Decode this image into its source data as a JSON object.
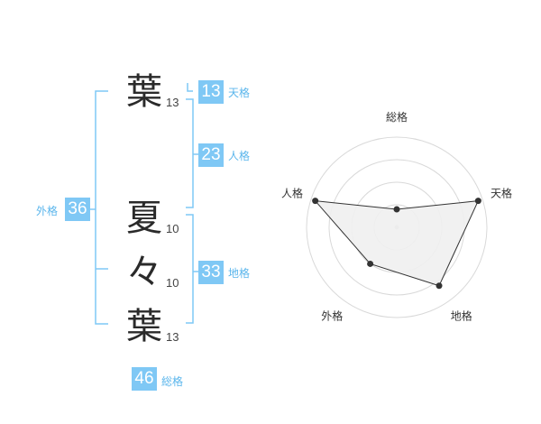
{
  "accent_color": "#7fc8f5",
  "name": [
    {
      "char": "葉",
      "strokes": "13"
    },
    {
      "char": "夏",
      "strokes": "10"
    },
    {
      "char": "々",
      "strokes": "10"
    },
    {
      "char": "葉",
      "strokes": "13"
    }
  ],
  "kakusu": {
    "ten": {
      "value": "13",
      "label": "天格"
    },
    "jin": {
      "value": "23",
      "label": "人格"
    },
    "chi": {
      "value": "33",
      "label": "地格"
    },
    "gai": {
      "value": "36",
      "label": "外格"
    },
    "sou": {
      "value": "46",
      "label": "総格"
    }
  },
  "chart_data": {
    "type": "radar",
    "axes": [
      "総格",
      "天格",
      "地格",
      "外格",
      "人格"
    ],
    "values": [
      0.2,
      0.95,
      0.8,
      0.5,
      0.95
    ],
    "range": [
      0,
      1
    ],
    "rings": 4,
    "grid": true
  }
}
